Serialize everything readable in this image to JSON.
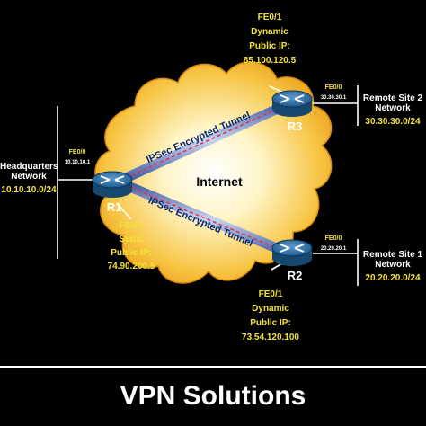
{
  "headquarters": {
    "line1": "Headquarters",
    "line2": "Network",
    "subnet": "10.10.10.0/24"
  },
  "r1": {
    "name": "R1",
    "lan_if": "FE0/0",
    "lan_ip": "10.10.10.1",
    "wan_if": "FE0/1",
    "wan_type": "Static",
    "wan_label": "Public IP:",
    "wan_ip": "74.90.200.5"
  },
  "r2": {
    "name": "R2",
    "lan_if": "FE0/0",
    "lan_ip": "20.20.20.1",
    "wan_if": "FE0/1",
    "wan_type": "Dynamic",
    "wan_label": "Public IP:",
    "wan_ip": "73.54.120.100"
  },
  "r3": {
    "name": "R3",
    "lan_if": "FE0/0",
    "lan_ip": "30.30.30.1",
    "wan_if": "FE0/1",
    "wan_type": "Dynamic",
    "wan_label": "Public IP:",
    "wan_ip": "85.100.120.5"
  },
  "site1": {
    "line1": "Remote Site 1",
    "line2": "Network",
    "subnet": "20.20.20.0/24"
  },
  "site2": {
    "line1": "Remote Site 2",
    "line2": "Network",
    "subnet": "30.30.30.0/24"
  },
  "cloud_label": "Internet",
  "tunnel_label": "IPSec Encrypted Tunnel",
  "footer_title": "VPN Solutions",
  "colors": {
    "yellow": "#f2e23a",
    "cloud": "#f3b322",
    "router": "#1f5f96",
    "tunnel": "#8fa6d8",
    "tunnel_dash": "#e0344a"
  }
}
